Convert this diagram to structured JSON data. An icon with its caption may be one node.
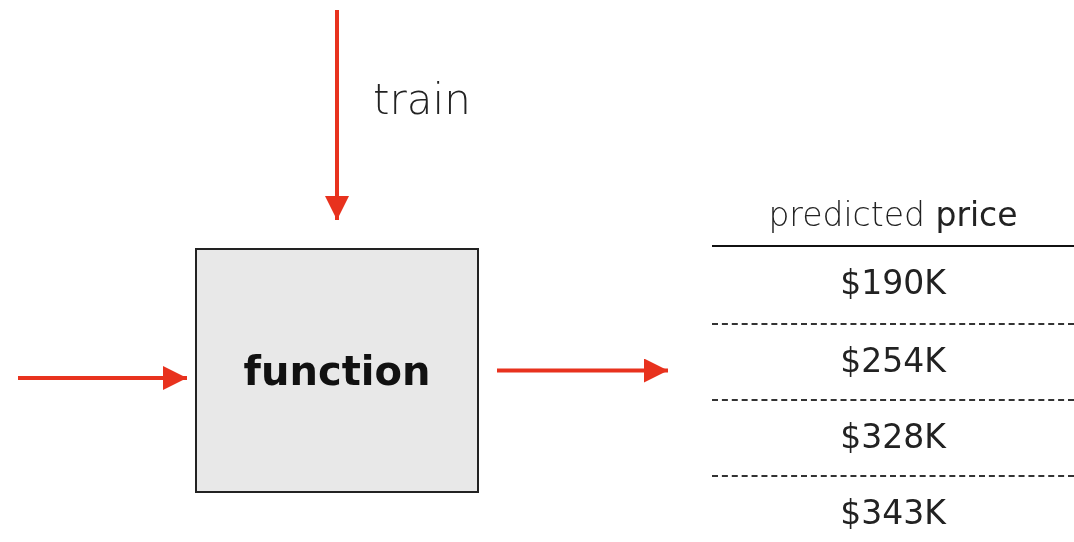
{
  "diagram": {
    "nodes": [
      {
        "text": [
          "function"
        ]
      },
      {
        "text": [
          "predicted **price**",
          "$190K",
          "$254K",
          "$328K",
          "$343K"
        ]
      }
    ],
    "edges": [
      {
        "from": null,
        "to": 0,
        "arrow": "to",
        "label": "train"
      },
      {
        "from": null,
        "to": 0,
        "arrow": "to"
      },
      {
        "from": 0,
        "to": 1,
        "arrow": "to"
      }
    ]
  }
}
